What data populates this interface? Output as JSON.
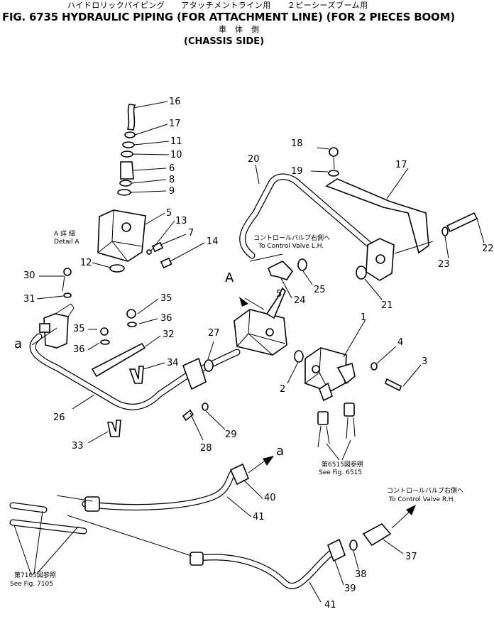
{
  "header": {
    "jp_line": "ハイドロリックパイピング　　アタッチメントライン用　　２ピーシーズブーム用",
    "title": "FIG. 6735  HYDRAULIC PIPING (FOR ATTACHMENT LINE) (FOR 2 PIECES BOOM)",
    "jp_sub": "車　体　側",
    "subtitle": "(CHASSIS SIDE)"
  },
  "labels": {
    "detail_a_jp": "A 詳 細",
    "detail_a": "Detail A",
    "big_a": "A",
    "letter_a1": "a",
    "letter_a2": "a",
    "cv_lh_jp": "コントロールバルブ右側へ",
    "cv_lh": "To Control Valve L.H.",
    "cv_rh_jp": "コントロールバルブ右側へ",
    "cv_rh": "To Control Valve R.H.",
    "fig6515_jp": "第6515図参照",
    "fig6515": "See Fig. 6515",
    "fig7105_jp": "第7105図参照",
    "fig7105": "See Fig. 7105"
  },
  "callouts": [
    "16",
    "17",
    "11",
    "10",
    "6",
    "8",
    "9",
    "5",
    "13",
    "7",
    "14",
    "12",
    "30",
    "31",
    "35",
    "36",
    "35",
    "36",
    "32",
    "34",
    "27",
    "5",
    "20",
    "18",
    "19",
    "17",
    "22",
    "23",
    "24",
    "25",
    "21",
    "1",
    "4",
    "3",
    "2",
    "26",
    "33",
    "28",
    "29",
    "40",
    "41",
    "37",
    "38",
    "39",
    "41"
  ]
}
